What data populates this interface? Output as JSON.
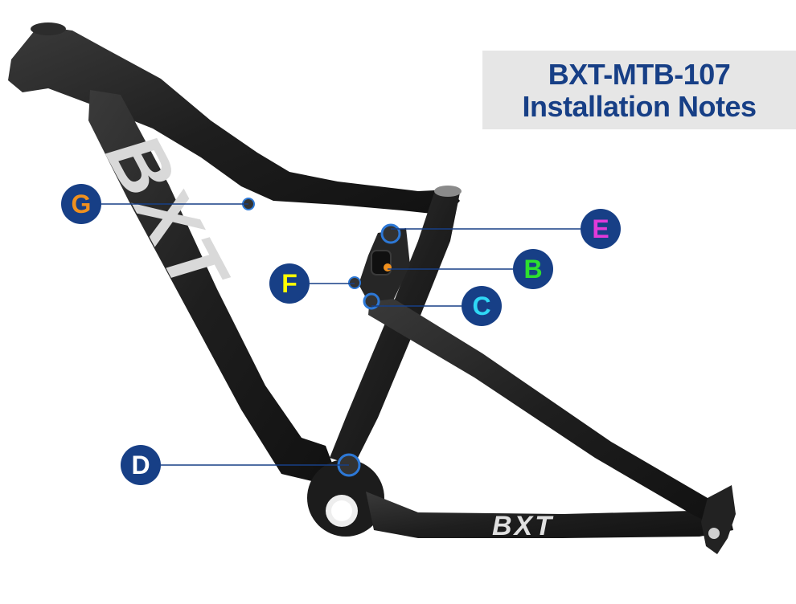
{
  "title": {
    "line1": "BXT-MTB-107",
    "line2": "Installation Notes"
  },
  "downtube_logo": "BXT",
  "chainstay_logo": "BXT",
  "colors": {
    "title_text": "#173f86",
    "title_bg": "#e6e6e6",
    "badge_bg": "#173f86",
    "leader_line": "#173f86",
    "frame": "#1b1b1b",
    "bolt_accent": "#2d78d6"
  },
  "callouts": [
    {
      "letter": "G",
      "color": "#f0901e"
    },
    {
      "letter": "E",
      "color": "#e23ad9"
    },
    {
      "letter": "B",
      "color": "#2ee02e"
    },
    {
      "letter": "F",
      "color": "#ffff00"
    },
    {
      "letter": "C",
      "color": "#2fd8f5"
    },
    {
      "letter": "D",
      "color": "#ffffff"
    }
  ]
}
